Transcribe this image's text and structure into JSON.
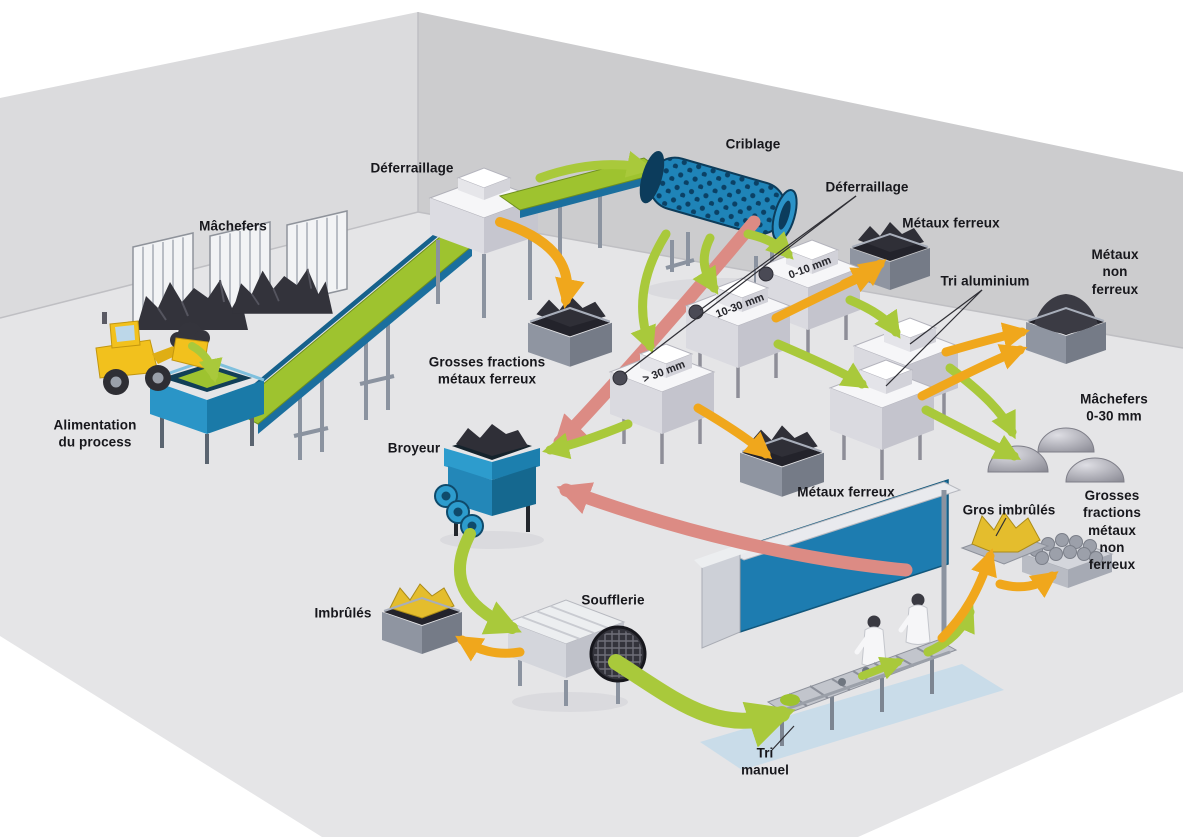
{
  "diagram": {
    "stations": {
      "alimentation": "Alimentation\ndu process",
      "deferraillage_1": "Déferraillage",
      "criblage": "Criblage",
      "deferraillage_2": "Déferraillage",
      "tri_aluminium": "Tri aluminium",
      "broyeur": "Broyeur",
      "soufflerie": "Soufflerie",
      "tri_manuel": "Tri\nmanuel"
    },
    "materials": {
      "machefers_storage": "Mâchefers",
      "grosses_fractions_metaux_ferreux": "Grosses fractions\nmétaux ferreux",
      "metaux_ferreux_top": "Métaux ferreux",
      "metaux_ferreux_bottom": "Métaux ferreux",
      "metaux_non_ferreux": "Métaux\nnon ferreux",
      "machefers_0_30": "Mâchefers\n0-30 mm",
      "gros_imbrules": "Gros imbrûlés",
      "grosses_fractions_metaux_non_ferreux": "Grosses fractions\nmétaux non ferreux",
      "imbrules": "Imbrûlés"
    },
    "fractions": {
      "gt_30": "> 30 mm",
      "s_10_30": "10-30 mm",
      "s_0_10": "0-10 mm"
    },
    "flow_colors": {
      "process_flow": "#a9c93b",
      "recovered_output": "#f0a71c",
      "return_flow": "#dc8b84",
      "machine_blue": "#2196c9",
      "floor": "#e5e5e7"
    }
  }
}
